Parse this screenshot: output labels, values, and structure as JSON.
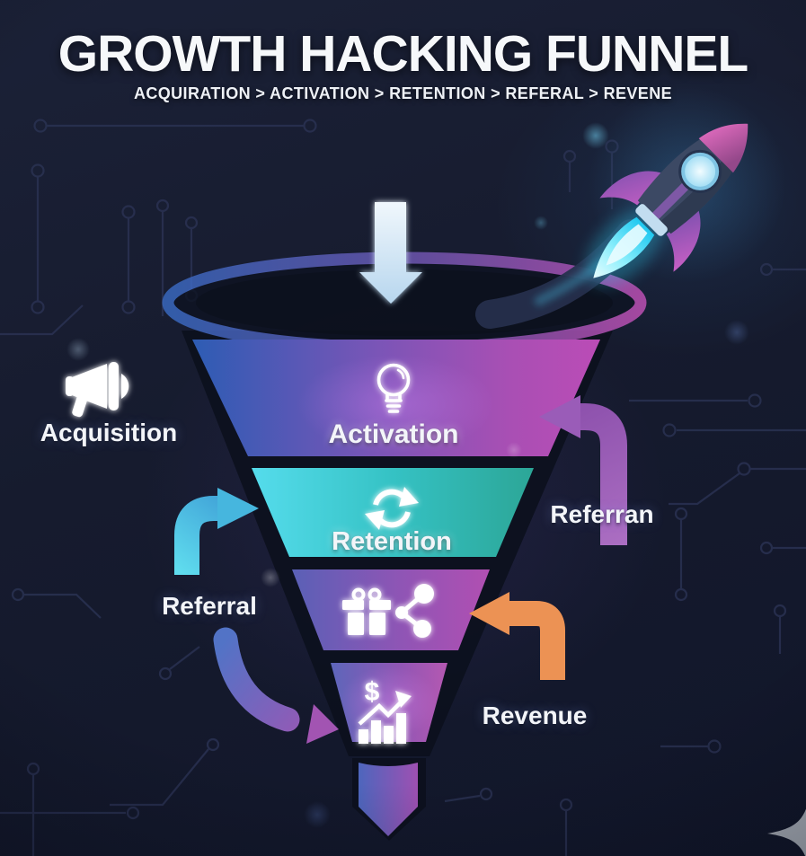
{
  "header": {
    "title": "GROWTH HACKING FUNNEL",
    "subtitle": "ACQUIRATION > ACTIVATION > RETENTION > REFERAL > REVENE"
  },
  "funnel": {
    "stages": [
      {
        "name": "activation",
        "label": "Activation",
        "icon": "lightbulb-icon",
        "color_left": "#2d5cb4",
        "color_right": "#bb4cb6"
      },
      {
        "name": "retention",
        "label": "Retention",
        "icon": "refresh-cycle-icon",
        "color_left": "#55dcec",
        "color_right": "#2ca697"
      },
      {
        "name": "referral-stage",
        "label": "",
        "icon": "gift-share-icon",
        "color_left": "#5a60b6",
        "color_right": "#b14fb2"
      },
      {
        "name": "revenue-stage",
        "label": "",
        "icon": "dollar-growth-icon",
        "color_left": "#5d66ba",
        "color_right": "#b558b2"
      }
    ],
    "rim_colors": [
      "#3a6cc6",
      "#c653bb"
    ],
    "tip_colors": [
      "#4d66bd",
      "#9e50b2"
    ]
  },
  "side_labels": {
    "acquisition": {
      "label": "Acquisition",
      "icon": "megaphone-icon"
    },
    "referran": {
      "label": "Referran",
      "arrow_color": "#9a5ab6"
    },
    "referral": {
      "label": "Referral",
      "arrow_color": "#49c0e0"
    },
    "revenue": {
      "label": "Revenue",
      "arrow_color": "#ec9254"
    }
  },
  "icons": {
    "dollar_char": "$",
    "rocket": "rocket-icon",
    "down_arrow": "down-arrow-icon",
    "megaphone": "megaphone-icon",
    "lightbulb": "lightbulb-icon",
    "refresh": "refresh-cycle-icon",
    "gift": "gift-icon",
    "share": "share-icon",
    "sparkle": "sparkle-decoration"
  },
  "colors": {
    "background": "#161b2e",
    "circuit_trace": "#2b3354",
    "down_arrow": "#d9ebf8",
    "flame": "#2ed2f4",
    "rocket_body": "#3c4964",
    "rocket_nose": "#ee6fc6",
    "text": "#f3f5f9"
  }
}
